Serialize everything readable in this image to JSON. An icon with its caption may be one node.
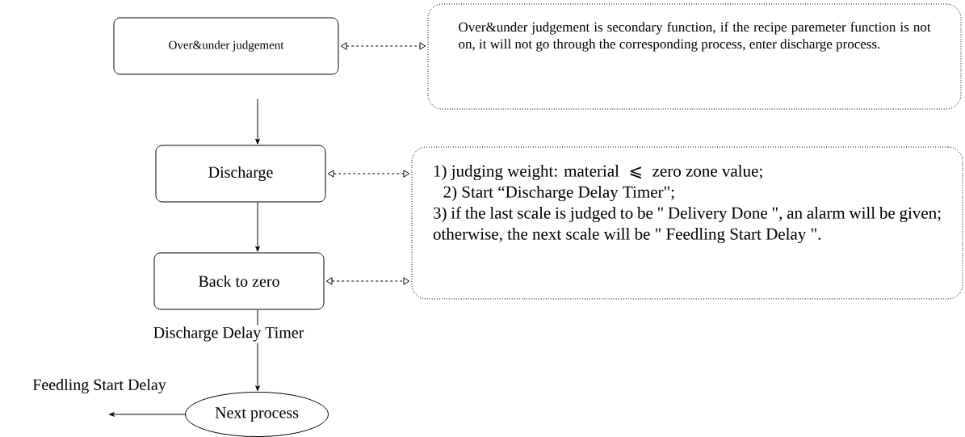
{
  "diagram": {
    "nodes": [
      {
        "text": [
          "Over&under judgement"
        ]
      },
      {
        "text": [
          "Over&under judgement is secondary function, if the recipe paremeter function is not on, it will not go through the corresponding process, enter discharge process."
        ]
      },
      {
        "text": [
          "Discharge"
        ]
      },
      {
        "text": [
          "1) judging weight: material ⩽ zero zone value;",
          "2) Start “Discharge Delay Timer\";",
          "3) if the last scale is judged to be \" Delivery Done \", an alarm will be given; otherwise, the next scale will be \" Feedling Start Delay \"."
        ]
      },
      {
        "text": [
          "Back to zero"
        ]
      },
      {
        "text": [
          "Next process"
        ]
      }
    ],
    "edges": [
      {
        "from": 0,
        "to": 2,
        "arrow": "to"
      },
      {
        "from": 2,
        "to": 4,
        "arrow": "to"
      },
      {
        "from": 4,
        "to": 5,
        "arrow": "to",
        "label": "Discharge Delay Timer"
      },
      {
        "from": 5,
        "to": null,
        "arrow": "to",
        "label": "Feedling Start Delay"
      },
      {
        "from": 0,
        "to": 1,
        "arrow": "both",
        "style": "dashed"
      },
      {
        "from": 2,
        "to": 3,
        "arrow": "both",
        "style": "dashed"
      },
      {
        "from": 4,
        "to": 3,
        "arrow": "both",
        "style": "dashed"
      }
    ]
  }
}
